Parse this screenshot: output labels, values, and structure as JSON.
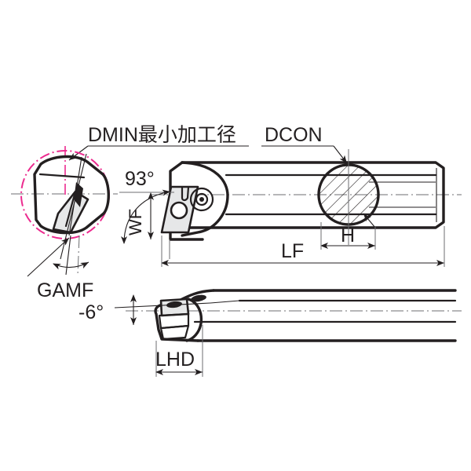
{
  "drawing": {
    "title_note": "boring bar technical dimension drawing",
    "background_color": "#ffffff",
    "line_color": "#231f20",
    "accent_color": "#ec2b8f",
    "fill_color": "#e6e7e8"
  },
  "labels": {
    "dmin": "DMIN最小加工径",
    "dcon": "DCON",
    "angle_lead": "93°",
    "wf": "WF",
    "lf": "LF",
    "h": "H",
    "gamf": "GAMF",
    "rake_angle": "-6°",
    "lhd": "LHD"
  },
  "views": {
    "detail_left": {
      "name": "end-view-detail",
      "callouts": [
        "DMIN最小加工径",
        "GAMF"
      ]
    },
    "main_side": {
      "name": "side-view",
      "callouts": [
        "93°",
        "WF",
        "LF",
        "H",
        "DCON"
      ]
    },
    "bottom_side": {
      "name": "bottom-view",
      "callouts": [
        "-6°",
        "LHD"
      ]
    }
  }
}
